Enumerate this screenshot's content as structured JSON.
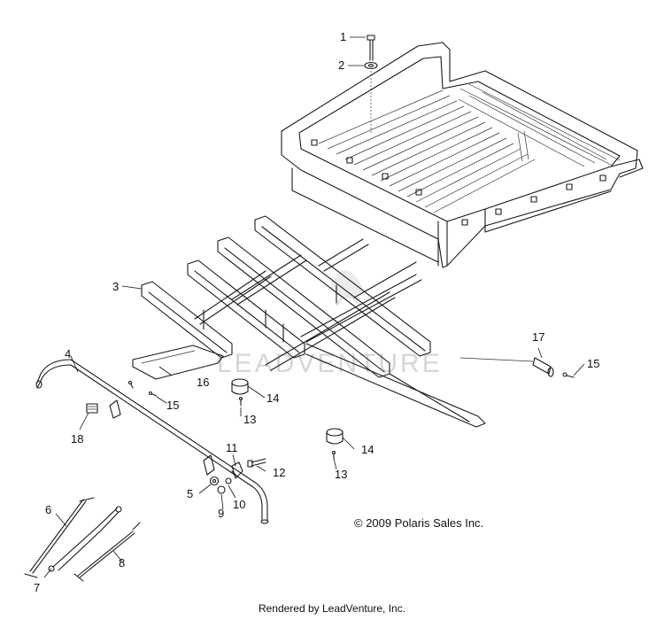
{
  "callouts": {
    "c1": "1",
    "c2": "2",
    "c3": "3",
    "c4": "4",
    "c5": "5",
    "c6": "6",
    "c7": "7",
    "c8": "8",
    "c9": "9",
    "c10": "10",
    "c11": "11",
    "c12": "12",
    "c13a": "13",
    "c13b": "13",
    "c14a": "14",
    "c14b": "14",
    "c15a": "15",
    "c15b": "15",
    "c16": "16",
    "c17": "17",
    "c18": "18"
  },
  "watermark": "LEADVENTURE",
  "copyright": "© 2009 Polaris Sales Inc.",
  "footer": "Rendered by LeadVenture, Inc."
}
